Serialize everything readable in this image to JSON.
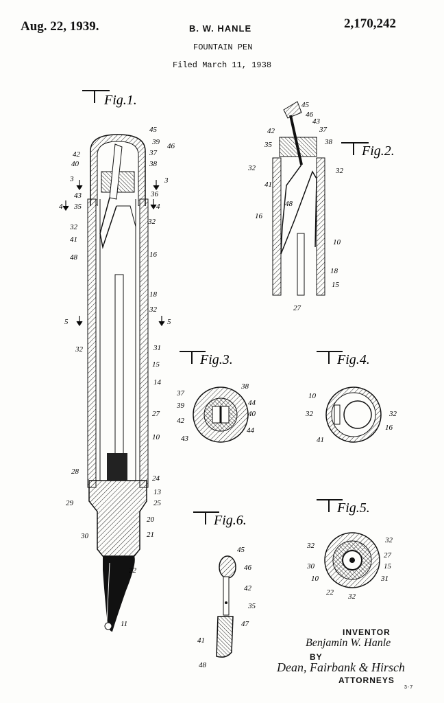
{
  "header": {
    "date": "Aug. 22, 1939.",
    "inventor_name": "B. W. HANLE",
    "patent_number": "2,170,242",
    "title": "FOUNTAIN PEN",
    "filed": "Filed March 11, 1938"
  },
  "figures": {
    "fig1": "Fig.1.",
    "fig2": "Fig.2.",
    "fig3": "Fig.3.",
    "fig4": "Fig.4.",
    "fig5": "Fig.5.",
    "fig6": "Fig.6."
  },
  "refs": {
    "fig1": [
      "45",
      "39",
      "46",
      "42",
      "37",
      "40",
      "38",
      "3",
      "3",
      "43",
      "36",
      "4",
      "4",
      "35",
      "32",
      "32",
      "41",
      "48",
      "16",
      "18",
      "32",
      "5",
      "5",
      "32",
      "31",
      "15",
      "14",
      "27",
      "10",
      "28",
      "24",
      "13",
      "29",
      "25",
      "20",
      "30",
      "21",
      "22",
      "11"
    ],
    "fig2": [
      "45",
      "46",
      "42",
      "43",
      "37",
      "35",
      "38",
      "32",
      "32",
      "41",
      "48",
      "16",
      "10",
      "18",
      "15",
      "27"
    ],
    "fig3": [
      "37",
      "38",
      "39",
      "44",
      "40",
      "42",
      "43",
      "44"
    ],
    "fig4": [
      "10",
      "32",
      "32",
      "41",
      "16"
    ],
    "fig5": [
      "32",
      "32",
      "27",
      "30",
      "15",
      "10",
      "31",
      "22",
      "32"
    ],
    "fig6": [
      "45",
      "46",
      "42",
      "35",
      "47",
      "41",
      "48"
    ]
  },
  "signature": {
    "inventor_label": "INVENTOR",
    "inventor_sig": "Benjamin W. Hanle",
    "by_label": "BY",
    "attorney_sig": "Dean, Fairbank & Hirsch",
    "attorneys_label": "ATTORNEYS",
    "sheet_mark": "3-7"
  }
}
